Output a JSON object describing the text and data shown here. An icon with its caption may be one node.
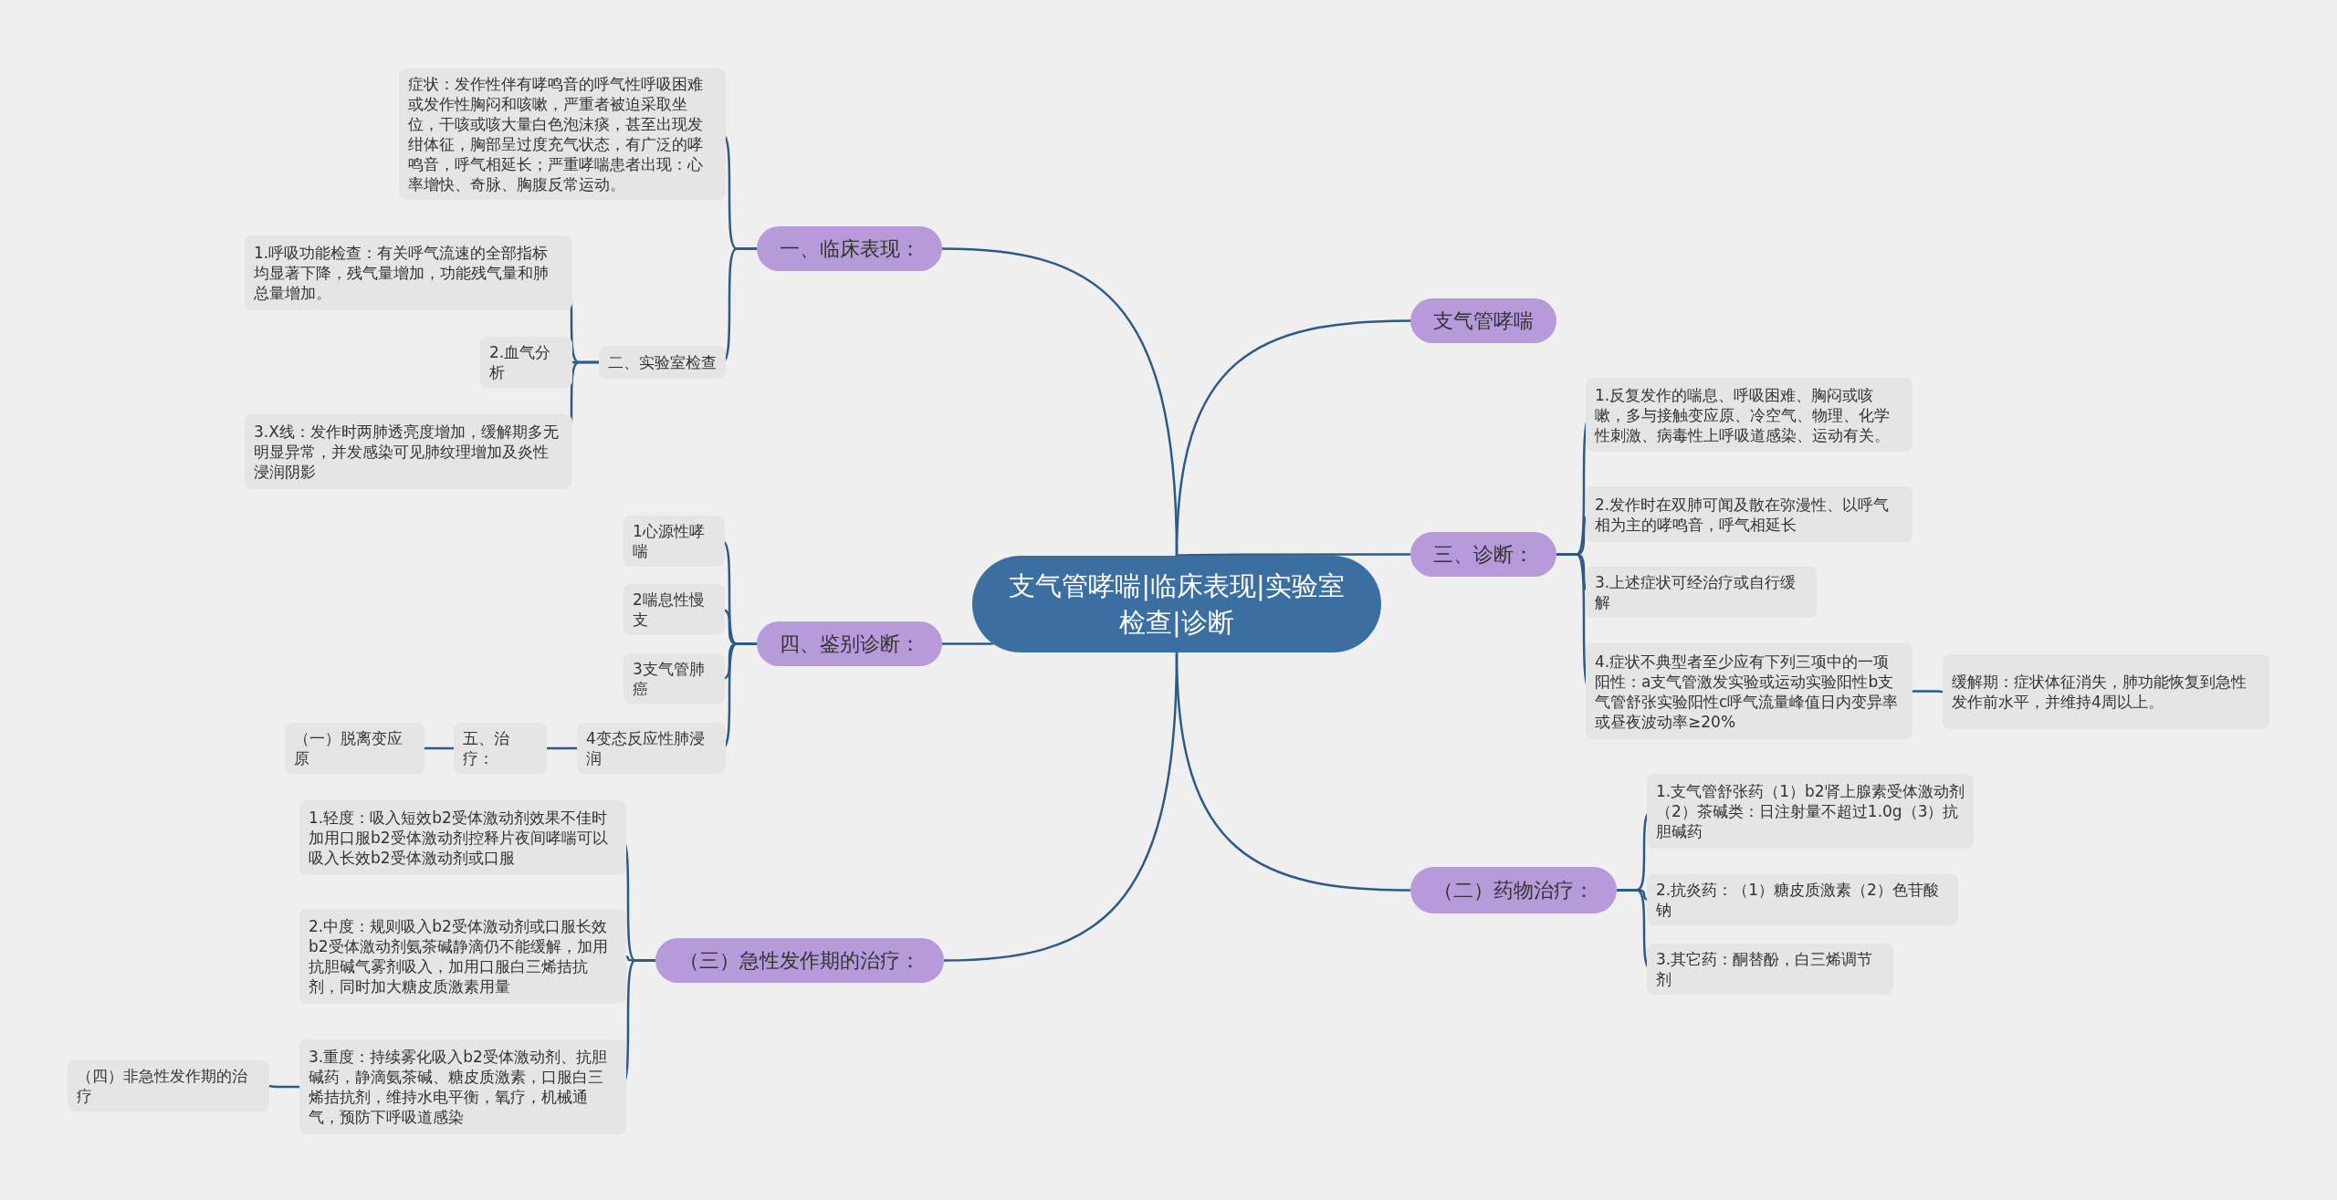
{
  "diagram": {
    "nodes": [
      {
        "text": [
          "支气管哮喘|临床表现|实验室检查|诊断"
        ]
      },
      {
        "text": [
          "一、临床表现："
        ]
      },
      {
        "text": [
          "症状：发作性伴有哮鸣音的呼气性呼吸困难或发作性胸闷和咳嗽，严重者被迫采取坐位，干咳或咳大量白色泡沫痰，甚至出现发绀体征，胸部呈过度充气状态，有广泛的哮鸣音，呼气相延长；严重哮喘患者出现：心率增快、奇脉、胸腹反常运动。"
        ]
      },
      {
        "text": [
          "二、实验室检查"
        ]
      },
      {
        "text": [
          "1.呼吸功能检查：有关呼气流速的全部指标均显著下降，残气量增加，功能残气量和肺总量增加。"
        ]
      },
      {
        "text": [
          "2.血气分析"
        ]
      },
      {
        "text": [
          "3.X线：发作时两肺透亮度增加，缓解期多无明显异常，并发感染可见肺纹理增加及炎性浸润阴影"
        ]
      },
      {
        "text": [
          "四、鉴别诊断："
        ]
      },
      {
        "text": [
          "1心源性哮喘"
        ]
      },
      {
        "text": [
          "2喘息性慢支"
        ]
      },
      {
        "text": [
          "3支气管肺癌"
        ]
      },
      {
        "text": [
          "4变态反应性肺浸润"
        ]
      },
      {
        "text": [
          "五、治疗："
        ]
      },
      {
        "text": [
          "（一）脱离变应原"
        ]
      },
      {
        "text": [
          "（三）急性发作期的治疗："
        ]
      },
      {
        "text": [
          "1.轻度：吸入短效b2受体激动剂效果不佳时加用口服b2受体激动剂控释片夜间哮喘可以吸入长效b2受体激动剂或口服"
        ]
      },
      {
        "text": [
          "2.中度：规则吸入b2受体激动剂或口服长效b2受体激动剂氨茶碱静滴仍不能缓解，加用抗胆碱气雾剂吸入，加用口服白三烯拮抗剂，同时加大糖皮质激素用量"
        ]
      },
      {
        "text": [
          "3.重度：持续雾化吸入b2受体激动剂、抗胆碱药，静滴氨茶碱、糖皮质激素，口服白三烯拮抗剂，维持水电平衡，氧疗，机械通气，预防下呼吸道感染"
        ]
      },
      {
        "text": [
          "（四）非急性发作期的治疗"
        ]
      },
      {
        "text": [
          "支气管哮喘"
        ]
      },
      {
        "text": [
          "三、诊断："
        ]
      },
      {
        "text": [
          "1.反复发作的喘息、呼吸困难、胸闷或咳嗽，多与接触变应原、冷空气、物理、化学性刺激、病毒性上呼吸道感染、运动有关。"
        ]
      },
      {
        "text": [
          "2.发作时在双肺可闻及散在弥漫性、以呼气相为主的哮鸣音，呼气相延长"
        ]
      },
      {
        "text": [
          "3.上述症状可经治疗或自行缓解"
        ]
      },
      {
        "text": [
          "4.症状不典型者至少应有下列三项中的一项阳性：a支气管激发实验或运动实验阳性b支气管舒张实验阳性c呼气流量峰值日内变异率或昼夜波动率≥20%"
        ]
      },
      {
        "text": [
          "缓解期：症状体征消失，肺功能恢复到急性发作前水平，并维持4周以上。"
        ]
      },
      {
        "text": [
          "（二）药物治疗："
        ]
      },
      {
        "text": [
          "1.支气管舒张药（1）b2肾上腺素受体激动剂（2）茶碱类：日注射量不超过1.0g（3）抗胆碱药"
        ]
      },
      {
        "text": [
          "2.抗炎药：（1）糖皮质激素（2）色苷酸钠"
        ]
      },
      {
        "text": [
          "3.其它药：酮替酚，白三烯调节剂"
        ]
      }
    ],
    "edges": [
      {
        "from": 0,
        "to": 1,
        "arrow": "none"
      },
      {
        "from": 1,
        "to": 2,
        "arrow": "none"
      },
      {
        "from": 1,
        "to": 3,
        "arrow": "none"
      },
      {
        "from": 3,
        "to": 4,
        "arrow": "none"
      },
      {
        "from": 3,
        "to": 5,
        "arrow": "none"
      },
      {
        "from": 3,
        "to": 6,
        "arrow": "none"
      },
      {
        "from": 0,
        "to": 7,
        "arrow": "none"
      },
      {
        "from": 7,
        "to": 8,
        "arrow": "none"
      },
      {
        "from": 7,
        "to": 9,
        "arrow": "none"
      },
      {
        "from": 7,
        "to": 10,
        "arrow": "none"
      },
      {
        "from": 7,
        "to": 11,
        "arrow": "none"
      },
      {
        "from": 11,
        "to": 12,
        "arrow": "none"
      },
      {
        "from": 12,
        "to": 13,
        "arrow": "none"
      },
      {
        "from": 0,
        "to": 14,
        "arrow": "none"
      },
      {
        "from": 14,
        "to": 15,
        "arrow": "none"
      },
      {
        "from": 14,
        "to": 16,
        "arrow": "none"
      },
      {
        "from": 14,
        "to": 17,
        "arrow": "none"
      },
      {
        "from": 17,
        "to": 18,
        "arrow": "none"
      },
      {
        "from": 0,
        "to": 19,
        "arrow": "none"
      },
      {
        "from": 0,
        "to": 20,
        "arrow": "none"
      },
      {
        "from": 20,
        "to": 21,
        "arrow": "none"
      },
      {
        "from": 20,
        "to": 22,
        "arrow": "none"
      },
      {
        "from": 20,
        "to": 23,
        "arrow": "none"
      },
      {
        "from": 20,
        "to": 24,
        "arrow": "none"
      },
      {
        "from": 24,
        "to": 25,
        "arrow": "none"
      },
      {
        "from": 0,
        "to": 26,
        "arrow": "none"
      },
      {
        "from": 26,
        "to": 27,
        "arrow": "none"
      },
      {
        "from": 26,
        "to": 28,
        "arrow": "none"
      },
      {
        "from": 26,
        "to": 29,
        "arrow": "none"
      }
    ]
  }
}
